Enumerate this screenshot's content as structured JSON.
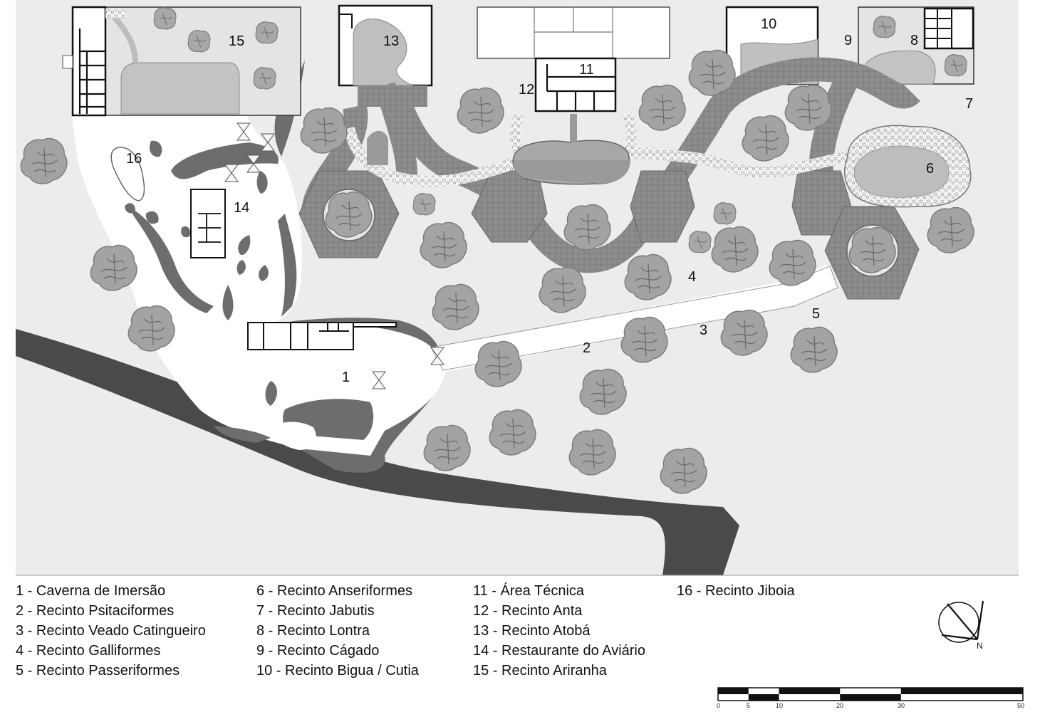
{
  "map": {
    "area_labels": [
      "1",
      "2",
      "3",
      "4",
      "5",
      "6",
      "7",
      "8",
      "9",
      "10",
      "11",
      "12",
      "13",
      "14",
      "15",
      "16"
    ]
  },
  "legend": {
    "columns": [
      [
        "1 - Caverna de Imersão",
        "2 - Recinto Psitaciformes",
        "3 - Recinto Veado Catingueiro",
        "4 - Recinto Galliformes",
        "5 - Recinto Passeriformes"
      ],
      [
        "6 - Recinto Anseriformes",
        "7 - Recinto Jabutis",
        "8 - Recinto Lontra",
        "9 - Recinto Cágado",
        "10 - Recinto Bigua / Cutia"
      ],
      [
        "11 - Área Técnica",
        "12 - Recinto Anta",
        "13 - Recinto Atobá",
        "14 - Restaurante do Aviário",
        "15 - Recinto Ariranha"
      ],
      [
        "16 - Recinto Jiboia"
      ]
    ]
  },
  "scale_bar": {
    "ticks": [
      "0",
      "5",
      "10",
      "20",
      "30",
      "50"
    ]
  },
  "compass": {
    "label": "N",
    "icon": "north-arrow-icon"
  },
  "colors": {
    "ground": "#ececec",
    "path_white": "#ffffff",
    "dark_rock": "#555555",
    "road": "#444444",
    "water": "#b7b7b7",
    "paving": "#8a8a8a",
    "tree_fill": "#a3a3a3",
    "tree_edge": "#7a7a7a"
  }
}
